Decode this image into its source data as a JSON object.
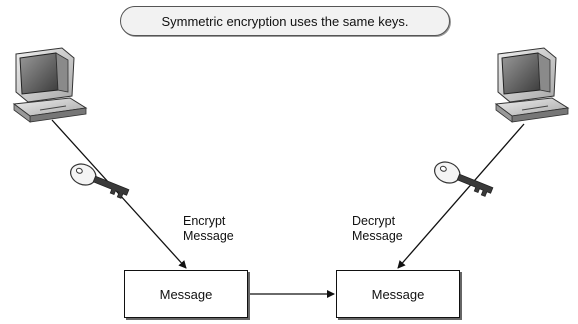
{
  "title": "Symmetric encryption uses the same keys.",
  "encrypt_label": {
    "line1": "Encrypt",
    "line2": "Message"
  },
  "decrypt_label": {
    "line1": "Decrypt",
    "line2": "Message"
  },
  "boxes": {
    "left": "Message",
    "right": "Message"
  },
  "icons": {
    "sender": "computer-icon",
    "receiver": "computer-icon",
    "key": "key-icon"
  }
}
